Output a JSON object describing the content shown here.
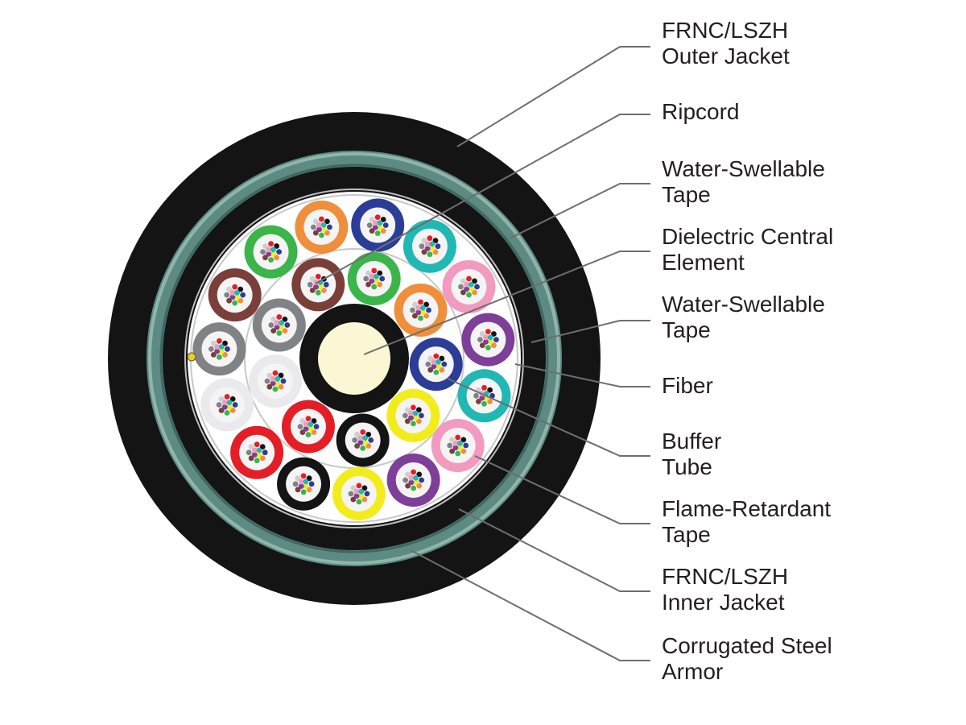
{
  "colors": {
    "background": "#ffffff",
    "jacket": "#141414",
    "armor": "#5d8a83",
    "armor_light": "#8fb5ad",
    "core_fill": "#ffffff",
    "central_element": "#fbf6d4",
    "central_ring": "#141414",
    "leader_line": "#6d6e71",
    "label_text": "#231f20",
    "tape_line": "#c8c8c8"
  },
  "labels": [
    {
      "id": "outer-jacket",
      "lines": [
        "FRNC/LSZH",
        "Outer Jacket"
      ]
    },
    {
      "id": "ripcord",
      "lines": [
        "Ripcord"
      ]
    },
    {
      "id": "water-swellable-tape-outer",
      "lines": [
        "Water-Swellable",
        "Tape"
      ]
    },
    {
      "id": "dielectric-central-element",
      "lines": [
        "Dielectric Central",
        "Element"
      ]
    },
    {
      "id": "water-swellable-tape-inner",
      "lines": [
        "Water-Swellable",
        "Tape"
      ]
    },
    {
      "id": "fiber",
      "lines": [
        "Fiber"
      ]
    },
    {
      "id": "buffer-tube",
      "lines": [
        "Buffer",
        "Tube"
      ]
    },
    {
      "id": "flame-retardant-tape",
      "lines": [
        "Flame-Retardant",
        "Tape"
      ]
    },
    {
      "id": "inner-jacket",
      "lines": [
        "FRNC/LSZH",
        "Inner Jacket"
      ]
    },
    {
      "id": "corrugated-steel-armor",
      "lines": [
        "Corrugated Steel",
        "Armor"
      ]
    }
  ],
  "tube_colors": {
    "blue": "#2b3d96",
    "orange": "#f08f3b",
    "green": "#3bb54a",
    "brown": "#7b3f3a",
    "slate": "#808285",
    "white": "#e9e9ee",
    "red": "#e41e26",
    "black": "#141414",
    "yellow": "#f2ec1c",
    "violet": "#7e3f98",
    "rose": "#f29ac0",
    "aqua": "#21b8b4"
  },
  "fiber_colors": [
    "#2b3d96",
    "#f08f3b",
    "#3bb54a",
    "#7b3f3a",
    "#808285",
    "#cfcfcf",
    "#e41e26",
    "#141414",
    "#f2ec1c",
    "#7e3f98",
    "#f29ac0",
    "#21b8b4"
  ],
  "outer_ring_tubes": [
    "orange",
    "blue",
    "aqua",
    "rose",
    "violet",
    "aqua",
    "rose",
    "violet",
    "yellow",
    "black",
    "red",
    "white",
    "slate",
    "brown",
    "green"
  ],
  "inner_ring_tubes": [
    "green",
    "orange",
    "blue",
    "yellow",
    "black",
    "red",
    "white",
    "slate",
    "brown"
  ]
}
